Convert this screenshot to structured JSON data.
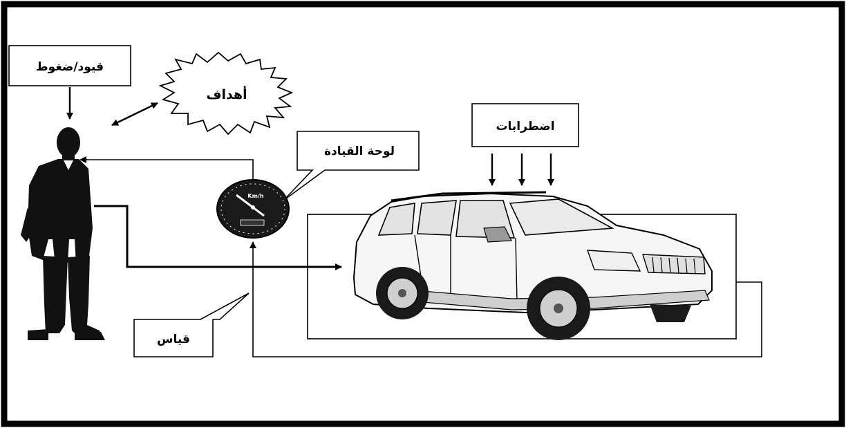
{
  "labels": {
    "constraints": "قيود/ضغوط",
    "goals": "أهداف",
    "dashboard": "لوحة القيادة",
    "disturbances": "اضطرابات",
    "measurement": "قياس",
    "speedometer_unit": "Km/h"
  },
  "colors": {
    "frame": "#000000",
    "line": "#000000",
    "background": "#ffffff",
    "car_body": "#f6f6f6",
    "car_trim": "#cfcfcf",
    "gauge_face": "#1a1a1a"
  },
  "icons": {
    "person": "person-silhouette-icon",
    "speedometer": "speedometer-icon",
    "car": "suv-car-icon",
    "goals_shape": "starburst"
  }
}
